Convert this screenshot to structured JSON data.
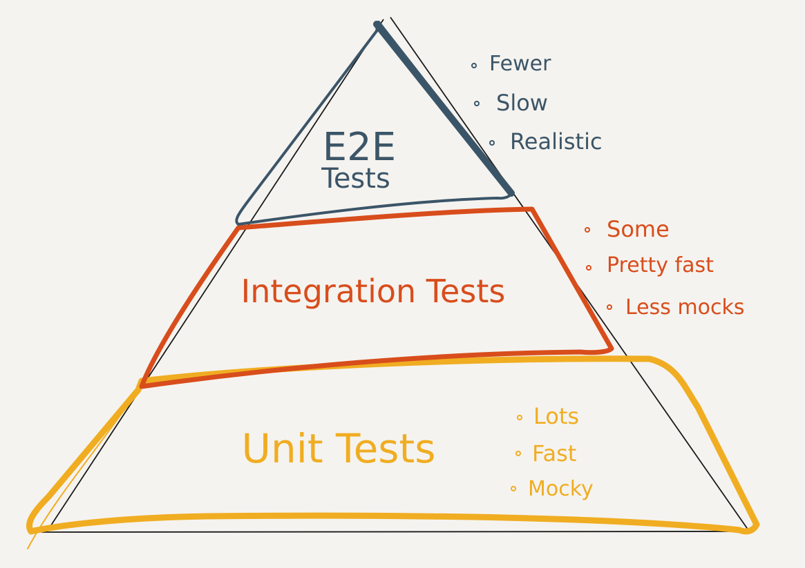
{
  "layers": {
    "top": {
      "title_line1": "E2E",
      "title_line2": "Tests",
      "color": "#3b5568",
      "notes": [
        "Fewer",
        "Slow",
        "Realistic"
      ]
    },
    "middle": {
      "title": "Integration Tests",
      "color": "#d84d1c",
      "notes": [
        "Some",
        "Pretty fast",
        "Less mocks"
      ]
    },
    "bottom": {
      "title": "Unit Tests",
      "color": "#f0ad22",
      "notes": [
        "Lots",
        "Fast",
        "Mocky"
      ]
    }
  }
}
